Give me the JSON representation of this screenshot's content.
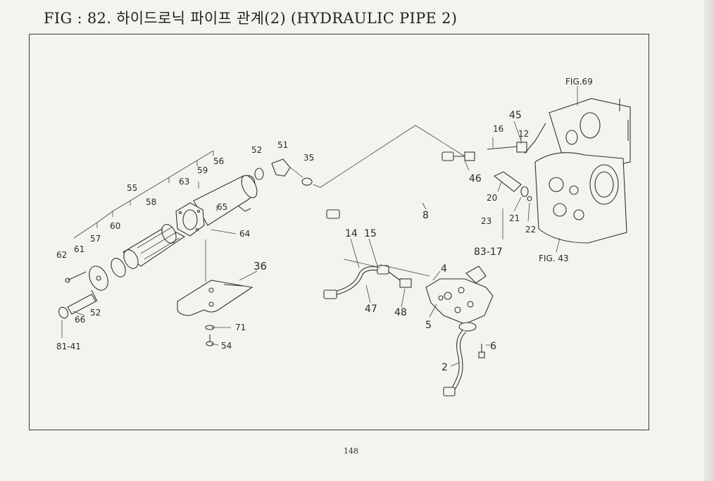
{
  "title": "FIG : 82. 하이드로닉 파이프 관계(2) (HYDRAULIC PIPE 2)",
  "page_number": "148",
  "references": {
    "fig69": "FIG.69",
    "fig43": "FIG. 43"
  },
  "callouts": {
    "c55": "55",
    "c56": "56",
    "c58": "58",
    "c59": "59",
    "c63": "63",
    "c65": "65",
    "c64": "64",
    "c60": "60",
    "c57": "57",
    "c61": "61",
    "c62": "62",
    "c52a": "52",
    "c51": "51",
    "c35": "35",
    "c52b": "52",
    "c66": "66",
    "c8141": "81-41",
    "c36": "36",
    "c71": "71",
    "c54": "54",
    "c14": "14",
    "c15": "15",
    "c47": "47",
    "c48": "48",
    "c4": "4",
    "c5": "5",
    "c8317": "83-17",
    "c6": "6",
    "c2": "2",
    "c8": "8",
    "c46": "46",
    "c16": "16",
    "c45": "45",
    "c12": "12",
    "c20": "20",
    "c21": "21",
    "c22": "22",
    "c23": "23"
  }
}
